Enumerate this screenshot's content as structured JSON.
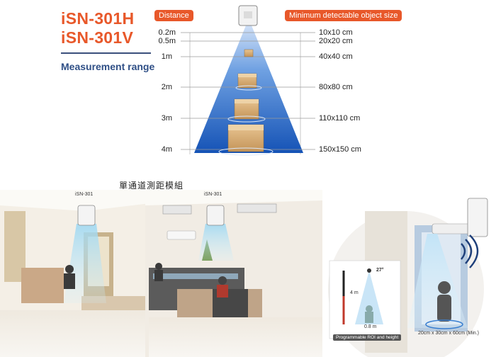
{
  "header": {
    "model_h": "iSN-301H",
    "model_v": "iSN-301V",
    "measurement_range": "Measurement range"
  },
  "diagram": {
    "distance_pill": "Distance",
    "size_pill": "Minimum detectable object size",
    "distances": [
      "0.2m",
      "0.5m",
      "1m",
      "2m",
      "3m",
      "4m"
    ],
    "sizes": [
      "10x10 cm",
      "20x20 cm",
      "40x40 cm",
      "80x80 cm",
      "110x110 cm",
      "150x150 cm"
    ]
  },
  "scene": {
    "caption": "單通道測距模組",
    "sensor_label_1": "iSN-301",
    "sensor_label_2": "iSN-301",
    "angle": "27°",
    "height": "4 m",
    "width": "0.8 m",
    "roi_badge": "Programmable ROI and height",
    "min_size": "20cm x 30cm x 60cm (Min.)"
  },
  "colors": {
    "accent": "#e8582a",
    "navy": "#2f4f86",
    "beam_blue": "#1e64c8"
  }
}
